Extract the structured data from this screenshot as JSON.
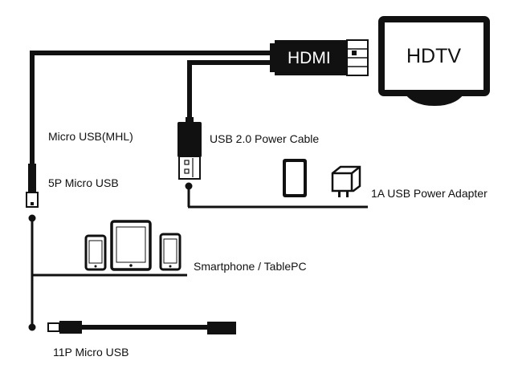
{
  "diagram": {
    "hdmi_label": "HDMI",
    "hdtv_label": "HDTV",
    "micro_usb_mhl_label": "Micro USB(MHL)",
    "usb_power_cable_label": "USB 2.0 Power Cable",
    "micro_usb_5p_label": "5P Micro USB",
    "power_adapter_label": "1A USB  Power Adapter",
    "smartphone_tablet_label": "Smartphone / TablePC",
    "micro_usb_11p_label": "11P Micro USB"
  },
  "colors": {
    "ink": "#111111",
    "background": "#ffffff",
    "plug_text": "#ffffff"
  },
  "icons": [
    "hdtv-icon",
    "hdmi-plug-icon",
    "usb-a-plug-icon",
    "tablet-icon",
    "wall-adapter-icon",
    "smartphone-icon",
    "micro-usb-plug-icon"
  ]
}
